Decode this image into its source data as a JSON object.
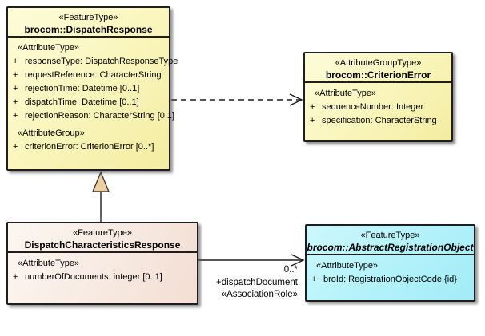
{
  "diagram_type": "uml-class-diagram",
  "colors": {
    "feature_type_fill": "#f9f5ba",
    "pink_class_fill": "#f5e3d8",
    "cyan_class_fill": "#b4f2fa",
    "box_border": "#1e1e1e",
    "generalization_triangle_fill": "#eed0a0",
    "background": "#ffffff"
  },
  "classes": {
    "dispatchResponse": {
      "stereotype": "«FeatureType»",
      "name": "brocom::DispatchResponse",
      "sections": [
        {
          "heading": "«AttributeType»",
          "attributes": [
            {
              "vis": "+",
              "text": "responseType: DispatchResponseType"
            },
            {
              "vis": "+",
              "text": "requestReference: CharacterString"
            },
            {
              "vis": "+",
              "text": "rejectionTime: Datetime [0..1]"
            },
            {
              "vis": "+",
              "text": "dispatchTime: Datetime [0..1]"
            },
            {
              "vis": "+",
              "text": "rejectionReason: CharacterString [0.1]"
            }
          ]
        },
        {
          "heading": "«AttributeGroup»",
          "attributes": [
            {
              "vis": "+",
              "text": "criterionError: CriterionError [0..*]"
            }
          ]
        }
      ]
    },
    "criterionError": {
      "stereotype": "«AttributeGroupType»",
      "name": "brocom::CriterionError",
      "sections": [
        {
          "heading": "«AttributeType»",
          "attributes": [
            {
              "vis": "+",
              "text": "sequenceNumber: Integer"
            },
            {
              "vis": "+",
              "text": "specification: CharacterString"
            }
          ]
        }
      ]
    },
    "dispatchCharacteristicsResponse": {
      "stereotype": "«FeatureType»",
      "name": "DispatchCharacteristicsResponse",
      "sections": [
        {
          "heading": "«AttributeType»",
          "attributes": [
            {
              "vis": "+",
              "text": "numberOfDocuments: integer [0..1]"
            }
          ]
        }
      ]
    },
    "abstractRegistrationObject": {
      "stereotype": "«FeatureType»",
      "name": "brocom::AbstractRegistrationObject",
      "sections": [
        {
          "heading": "«AttributeType»",
          "attributes": [
            {
              "vis": "+",
              "text": "broId: RegistrationObjectCode {id}"
            }
          ]
        }
      ]
    }
  },
  "relationships": {
    "dependency": {
      "from": "brocom::DispatchResponse",
      "to": "brocom::CriterionError",
      "style": "dashed-open-arrow"
    },
    "generalization": {
      "from": "DispatchCharacteristicsResponse",
      "to": "brocom::DispatchResponse",
      "style": "solid-hollow-triangle"
    },
    "association": {
      "from": "DispatchCharacteristicsResponse",
      "to": "brocom::AbstractRegistrationObject",
      "multiplicity": "0..*",
      "role": "+dispatchDocument",
      "stereotype": "«AssociationRole»"
    }
  }
}
